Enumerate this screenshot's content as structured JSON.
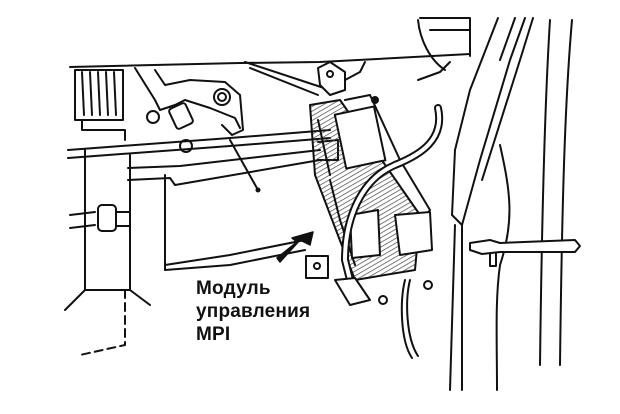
{
  "figure": {
    "subject": "MPI control module location",
    "callout": {
      "lines": [
        "Модуль",
        "управления",
        "MPI"
      ],
      "pointer": "black-arrow"
    },
    "colors": {
      "line": "#111111",
      "background": "#ffffff",
      "hatch": "#555555"
    }
  }
}
